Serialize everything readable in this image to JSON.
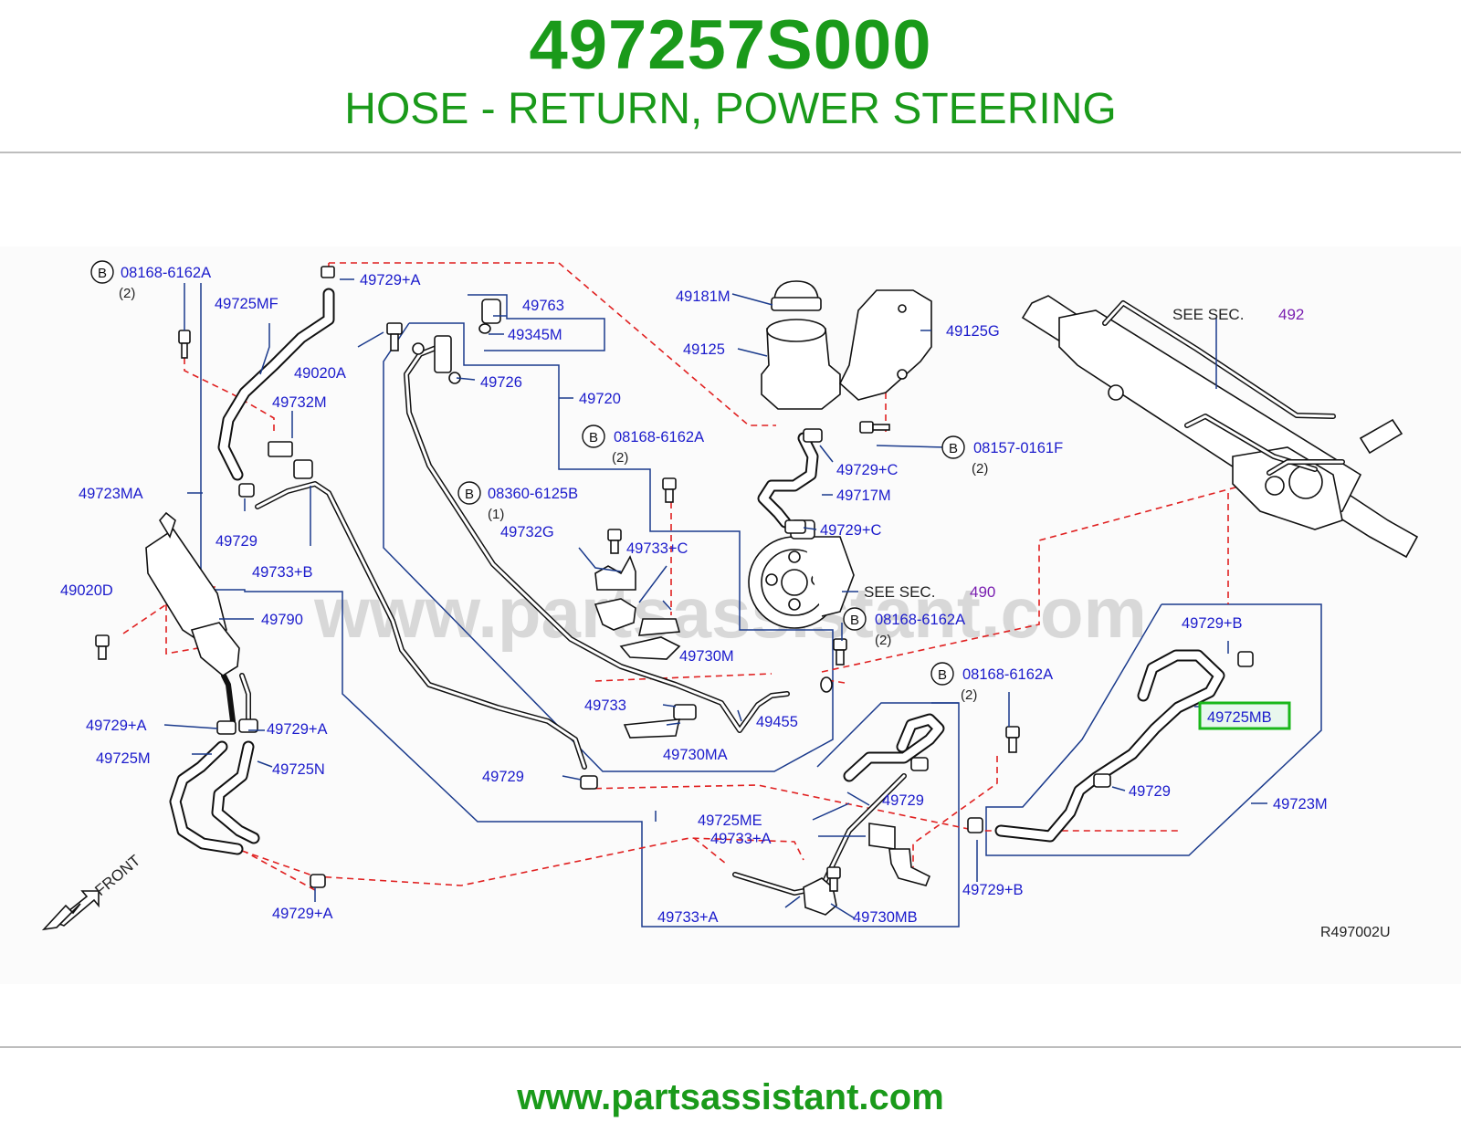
{
  "header": {
    "part_number": "497257S000",
    "description": "HOSE - RETURN, POWER STEERING"
  },
  "footer": {
    "url": "www.partsassistant.com"
  },
  "diagram": {
    "watermark": "www.partsassistant.com",
    "figure_code": "R497002U",
    "front_label": "FRONT",
    "highlighted_part": "49725MB",
    "colors": {
      "brand_green": "#1a9a1a",
      "label_blue": "#1c1ccc",
      "leader_navy": "#1a3a8c",
      "section_purple": "#7a1fb0",
      "dashed_red": "#e02020",
      "highlight_box": "#19b719"
    },
    "labels": [
      {
        "text": "08168-6162A",
        "bolt": true
      },
      {
        "text": "(2)"
      },
      {
        "text": "49729+A"
      },
      {
        "text": "49725MF"
      },
      {
        "text": "49763"
      },
      {
        "text": "49345M"
      },
      {
        "text": "49020A"
      },
      {
        "text": "49726"
      },
      {
        "text": "49720"
      },
      {
        "text": "49732M"
      },
      {
        "text": "49723MA"
      },
      {
        "text": "49729"
      },
      {
        "text": "49733+B"
      },
      {
        "text": "49020D"
      },
      {
        "text": "49790"
      },
      {
        "text": "49729+A"
      },
      {
        "text": "49725M"
      },
      {
        "text": "49729+A"
      },
      {
        "text": "49725N"
      },
      {
        "text": "49729+A"
      },
      {
        "text": "08360-6125B",
        "bolt": true
      },
      {
        "text": "(1)"
      },
      {
        "text": "49732G"
      },
      {
        "text": "08168-6162A",
        "bolt": true
      },
      {
        "text": "(2)"
      },
      {
        "text": "49733+C"
      },
      {
        "text": "49730M"
      },
      {
        "text": "49733"
      },
      {
        "text": "49730MA"
      },
      {
        "text": "49455"
      },
      {
        "text": "49729"
      },
      {
        "text": "49181M"
      },
      {
        "text": "49125"
      },
      {
        "text": "49125G"
      },
      {
        "text": "08157-0161F",
        "bolt": true
      },
      {
        "text": "(2)"
      },
      {
        "text": "49729+C"
      },
      {
        "text": "49717M"
      },
      {
        "text": "49729+C"
      },
      {
        "text": "08168-6162A",
        "bolt": true
      },
      {
        "text": "(2)"
      },
      {
        "text": "08168-6162A",
        "bolt": true
      },
      {
        "text": "(2)"
      },
      {
        "text": "49725ME"
      },
      {
        "text": "49729"
      },
      {
        "text": "49733+A"
      },
      {
        "text": "49733+A"
      },
      {
        "text": "49730MB"
      },
      {
        "text": "49729+B"
      },
      {
        "text": "49729+B"
      },
      {
        "text": "49725MB"
      },
      {
        "text": "49729"
      },
      {
        "text": "49723M"
      }
    ],
    "section_refs": [
      {
        "prefix": "SEE  SEC.",
        "number": "492"
      },
      {
        "prefix": "SEE  SEC.",
        "number": "490"
      }
    ],
    "bolt_mark": "B"
  }
}
